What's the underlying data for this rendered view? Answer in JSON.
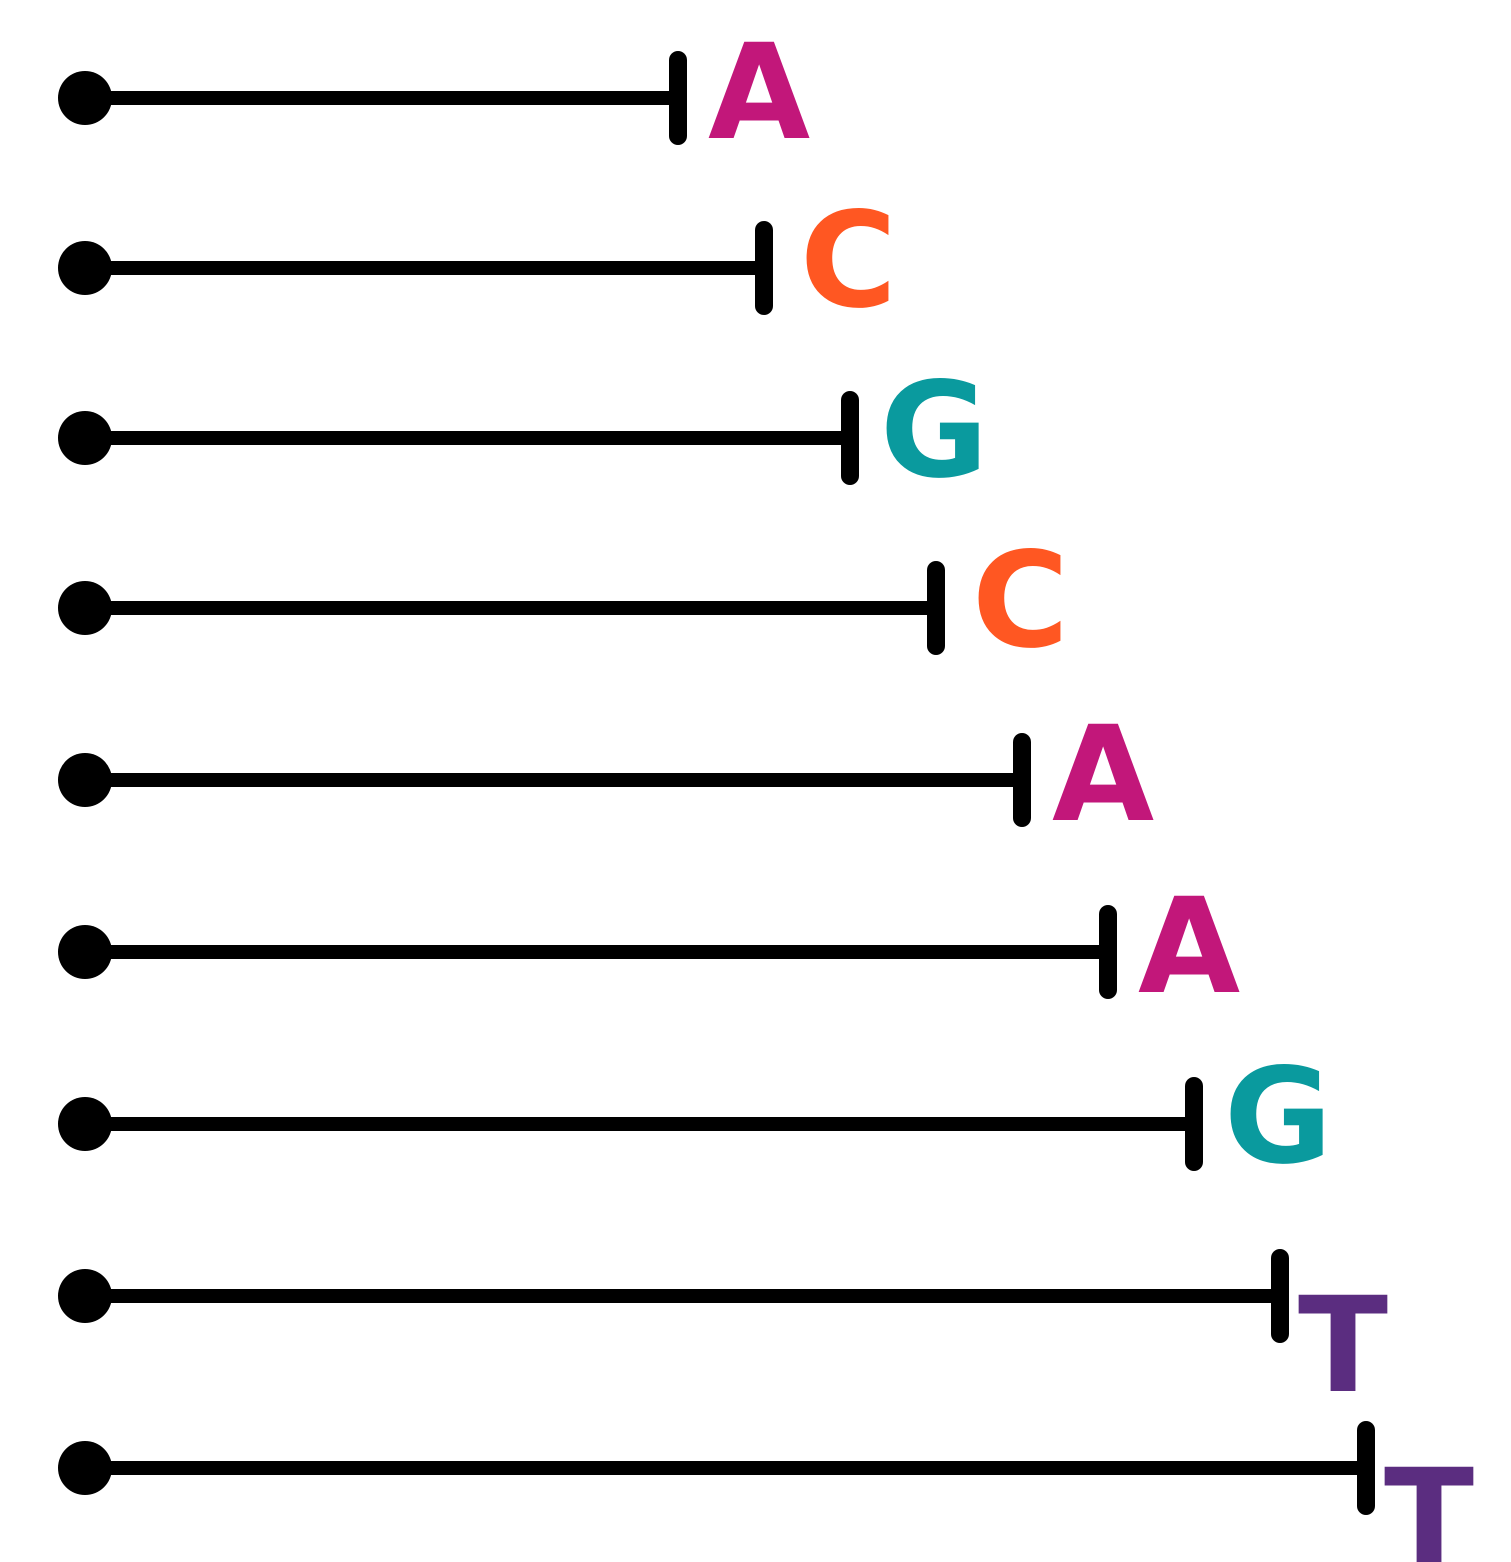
{
  "fragments": [
    {
      "base": "A",
      "length_rank": 1
    },
    {
      "base": "C",
      "length_rank": 2
    },
    {
      "base": "G",
      "length_rank": 3
    },
    {
      "base": "C",
      "length_rank": 4
    },
    {
      "base": "A",
      "length_rank": 5
    },
    {
      "base": "A",
      "length_rank": 6
    },
    {
      "base": "G",
      "length_rank": 7
    },
    {
      "base": "T",
      "length_rank": 8
    },
    {
      "base": "T",
      "length_rank": 9
    }
  ],
  "base_colors": {
    "A": "#c2177a",
    "C": "#ff5722",
    "G": "#0a9a9e",
    "T": "#5b2d80"
  },
  "line_color": "#000000"
}
